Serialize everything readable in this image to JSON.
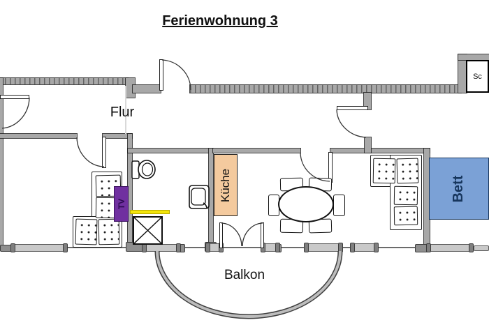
{
  "title": "Ferienwohnung 3",
  "labels": {
    "hallway": "Flur",
    "balcony": "Balkon",
    "kitchen": "Küche",
    "bed": "Bett",
    "tv": "TV",
    "wardrobe": "Sc"
  },
  "colors": {
    "wall": "#a8a8a8",
    "window": "#c9c9c9",
    "window-cap": "#7f7f7f",
    "tv": "#7030a0",
    "tv-text": "#2d0a52",
    "bed": "#7ba1d6",
    "bed-text": "#17365d",
    "kitchen": "#f4ca9e",
    "shelf-yellow": "#f3e50b"
  }
}
